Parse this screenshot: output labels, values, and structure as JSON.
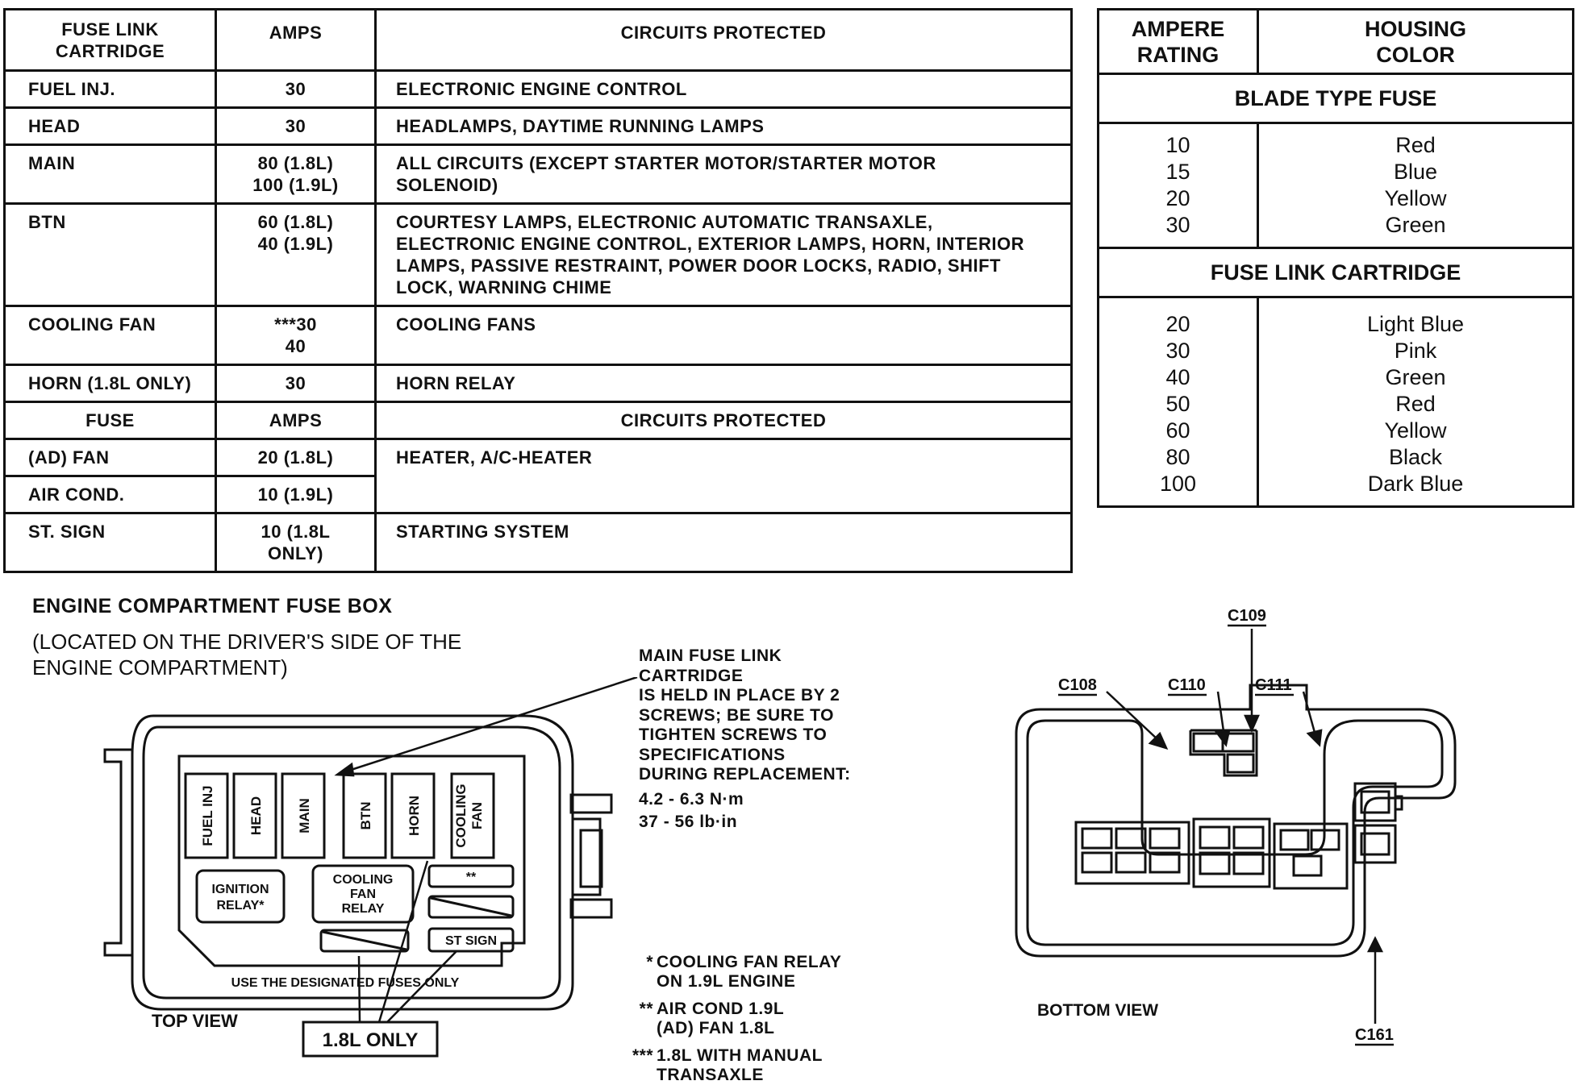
{
  "fuse_table": {
    "headers": [
      "FUSE LINK CARTRIDGE",
      "AMPS",
      "CIRCUITS PROTECTED"
    ],
    "link_rows": [
      {
        "name": "FUEL INJ.",
        "amps": [
          "30"
        ],
        "circuits": "ELECTRONIC ENGINE CONTROL"
      },
      {
        "name": "HEAD",
        "amps": [
          "30"
        ],
        "circuits": "HEADLAMPS, DAYTIME RUNNING LAMPS"
      },
      {
        "name": "MAIN",
        "amps": [
          "80 (1.8L)",
          "100 (1.9L)"
        ],
        "circuits": "ALL CIRCUITS (EXCEPT STARTER MOTOR/STARTER MOTOR SOLENOID)"
      },
      {
        "name": "BTN",
        "amps": [
          "60 (1.8L)",
          "40 (1.9L)"
        ],
        "circuits": "COURTESY LAMPS, ELECTRONIC AUTOMATIC TRANSAXLE, ELECTRONIC ENGINE CONTROL, EXTERIOR LAMPS, HORN, INTERIOR LAMPS, PASSIVE RESTRAINT, POWER DOOR LOCKS, RADIO, SHIFT LOCK, WARNING CHIME"
      },
      {
        "name": "COOLING FAN",
        "amps": [
          "***30",
          "40"
        ],
        "circuits": "COOLING FANS"
      },
      {
        "name": "HORN (1.8L ONLY)",
        "amps": [
          "30"
        ],
        "circuits": "HORN RELAY"
      }
    ],
    "fuse_headers": [
      "FUSE",
      "AMPS",
      "CIRCUITS PROTECTED"
    ],
    "fuse_rows": [
      {
        "name": "(AD) FAN",
        "amps": "20 (1.8L)"
      },
      {
        "name": "AIR COND.",
        "amps": "10 (1.9L)"
      },
      {
        "name": "ST. SIGN",
        "amps": "10 (1.8L ONLY)"
      }
    ],
    "shared_circuit": "HEATER, A/C-HEATER",
    "st_sign_circuit": "STARTING SYSTEM"
  },
  "color_table": {
    "headers": [
      "AMPERE RATING",
      "HOUSING COLOR"
    ],
    "blade_title": "BLADE TYPE FUSE",
    "blade": [
      {
        "amps": "10",
        "color": "Red"
      },
      {
        "amps": "15",
        "color": "Blue"
      },
      {
        "amps": "20",
        "color": "Yellow"
      },
      {
        "amps": "30",
        "color": "Green"
      }
    ],
    "cartridge_title": "FUSE LINK CARTRIDGE",
    "cartridge": [
      {
        "amps": "20",
        "color": "Light Blue"
      },
      {
        "amps": "30",
        "color": "Pink"
      },
      {
        "amps": "40",
        "color": "Green"
      },
      {
        "amps": "50",
        "color": "Red"
      },
      {
        "amps": "60",
        "color": "Yellow"
      },
      {
        "amps": "80",
        "color": "Black"
      },
      {
        "amps": "100",
        "color": "Dark Blue"
      }
    ]
  },
  "diagram": {
    "title": "ENGINE COMPARTMENT FUSE BOX",
    "location": [
      "(LOCATED ON THE DRIVER'S SIDE OF THE",
      "ENGINE COMPARTMENT)"
    ],
    "callout": [
      "MAIN FUSE LINK",
      "CARTRIDGE",
      "IS HELD IN PLACE BY 2",
      "SCREWS; BE SURE TO",
      "TIGHTEN SCREWS TO",
      "SPECIFICATIONS",
      "DURING REPLACEMENT:",
      "4.2 - 6.3 N·m",
      "37 - 56 lb·in"
    ],
    "slots": [
      "FUEL INJ",
      "HEAD",
      "MAIN",
      "BTN",
      "HORN",
      "COOLING FAN"
    ],
    "ignition_relay": [
      "IGNITION",
      "RELAY*"
    ],
    "cooling_relay": [
      "COOLING",
      "FAN",
      "RELAY"
    ],
    "double_star": "**",
    "st_sign": "ST SIGN",
    "use_note": "USE THE DESIGNATED FUSES ONLY",
    "top_view": "TOP VIEW",
    "only_box": "1.8L ONLY",
    "notes": [
      {
        "mark": "*",
        "lines": [
          "COOLING FAN RELAY",
          "ON 1.9L ENGINE"
        ]
      },
      {
        "mark": "**",
        "lines": [
          "AIR COND 1.9L",
          "(AD) FAN 1.8L"
        ]
      },
      {
        "mark": "***",
        "lines": [
          "1.8L WITH MANUAL",
          "TRANSAXLE"
        ]
      }
    ],
    "bottom_view": "BOTTOM VIEW",
    "connectors": [
      "C109",
      "C108",
      "C110",
      "C111",
      "C161"
    ]
  }
}
